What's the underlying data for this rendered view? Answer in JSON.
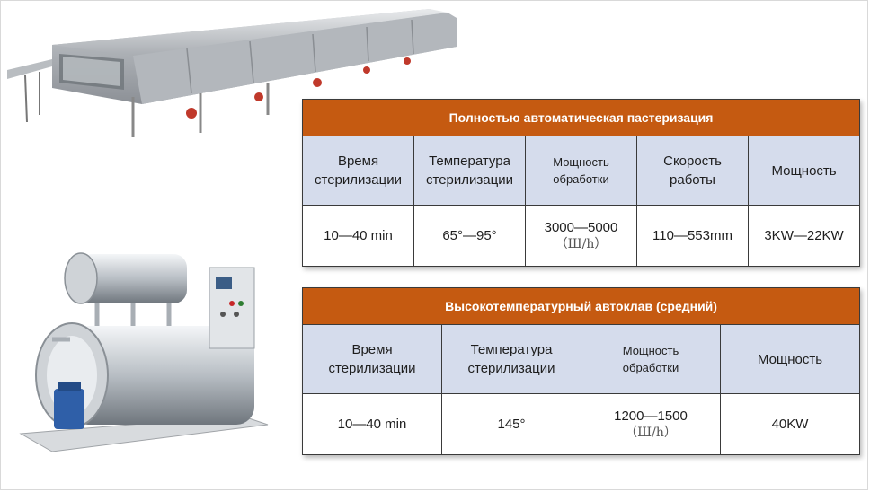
{
  "slide": {
    "table1": {
      "title": "Полностью автоматическая пастеризация",
      "headers": [
        {
          "line1": "Время",
          "line2": "стерилизации"
        },
        {
          "line1": "Температура",
          "line2": "стерилизации"
        },
        {
          "line1": "Мощность",
          "line2": "обработки"
        },
        {
          "line1": "Скорость",
          "line2": "работы"
        },
        {
          "line1": "Мощность",
          "line2": ""
        }
      ],
      "values": [
        {
          "main": "10—40 min",
          "unit": ""
        },
        {
          "main": "65°—95°",
          "unit": ""
        },
        {
          "main": "3000—5000",
          "unit": "（Ш/h）"
        },
        {
          "main": "110—553mm",
          "unit": ""
        },
        {
          "main": "3KW—22KW",
          "unit": ""
        }
      ]
    },
    "table2": {
      "title": "Высокотемпературный автоклав (средний)",
      "headers": [
        {
          "line1": "Время",
          "line2": "стерилизации"
        },
        {
          "line1": "Температура",
          "line2": "стерилизации"
        },
        {
          "line1": "Мощность",
          "line2": "обработки"
        },
        {
          "line1": "Мощность",
          "line2": ""
        }
      ],
      "values": [
        {
          "main": "10—40 min",
          "unit": ""
        },
        {
          "main": "145°",
          "unit": ""
        },
        {
          "main": "1200—1500",
          "unit": "（Ш/h）"
        },
        {
          "main": "40KW",
          "unit": ""
        }
      ]
    }
  }
}
